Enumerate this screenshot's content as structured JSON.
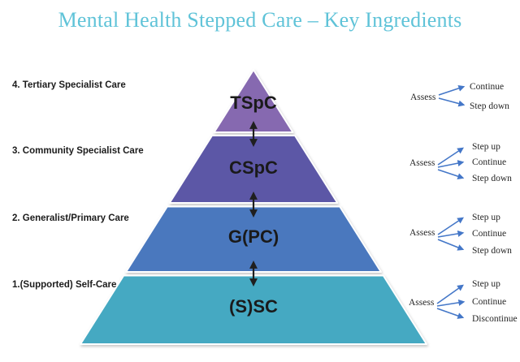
{
  "title": "Mental Health Stepped Care – Key Ingredients",
  "colors": {
    "title": "#5fc3d8",
    "outline": "#ffffff",
    "black_arrow": "#1f1f1f",
    "assess_arrow": "#4477c8"
  },
  "levels": [
    {
      "number": "4",
      "side_label": "4. Tertiary Specialist Care",
      "abbr": "TSpC",
      "color": "#8669b0"
    },
    {
      "number": "3",
      "side_label": "3. Community Specialist Care",
      "abbr": "CSpC",
      "color": "#5c57a6"
    },
    {
      "number": "2",
      "side_label": "2. Generalist/Primary Care",
      "abbr": "G(PC)",
      "color": "#4a78be"
    },
    {
      "number": "1",
      "side_label": "1.(Supported) Self-Care",
      "abbr": "(S)SC",
      "color": "#45a9c2"
    }
  ],
  "assess_groups": [
    {
      "label": "Assess",
      "outcomes": [
        "Continue",
        "Step down"
      ]
    },
    {
      "label": "Assess",
      "outcomes": [
        "Step up",
        "Continue",
        "Step down"
      ]
    },
    {
      "label": "Assess",
      "outcomes": [
        "Step up",
        "Continue",
        "Step down"
      ]
    },
    {
      "label": "Assess",
      "outcomes": [
        "Step up",
        "Continue",
        "Discontinue"
      ]
    }
  ]
}
